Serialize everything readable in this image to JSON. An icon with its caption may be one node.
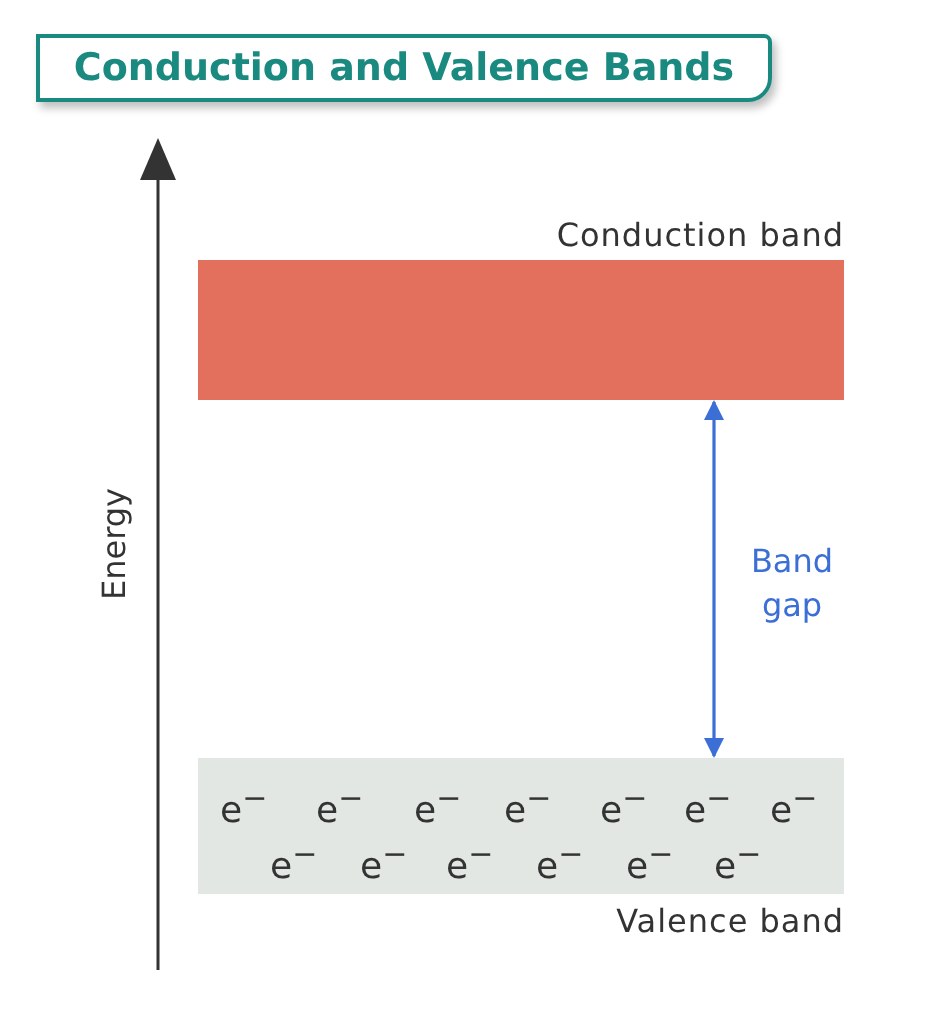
{
  "diagram": {
    "title": "Conduction and Valence Bands",
    "nodes": [
      {
        "text": [
          "Conduction band"
        ]
      },
      {
        "text": [
          "Valence band"
        ]
      }
    ],
    "edges": [
      {
        "from": 0,
        "to": 1,
        "arrow": "both",
        "label": "Band gap",
        "color": "#3b6fd6"
      }
    ],
    "labels": [
      "Energy",
      "e$^{−}$",
      "e$^{−}$",
      "e$^{−}$",
      "e$^{−}$",
      "e$^{−}$",
      "e$^{−}$",
      "e$^{−}$",
      "e$^{−}$",
      "e$^{−}$",
      "e$^{−}$",
      "e$^{−}$",
      "e$^{−}$",
      "e$^{−}$"
    ]
  }
}
